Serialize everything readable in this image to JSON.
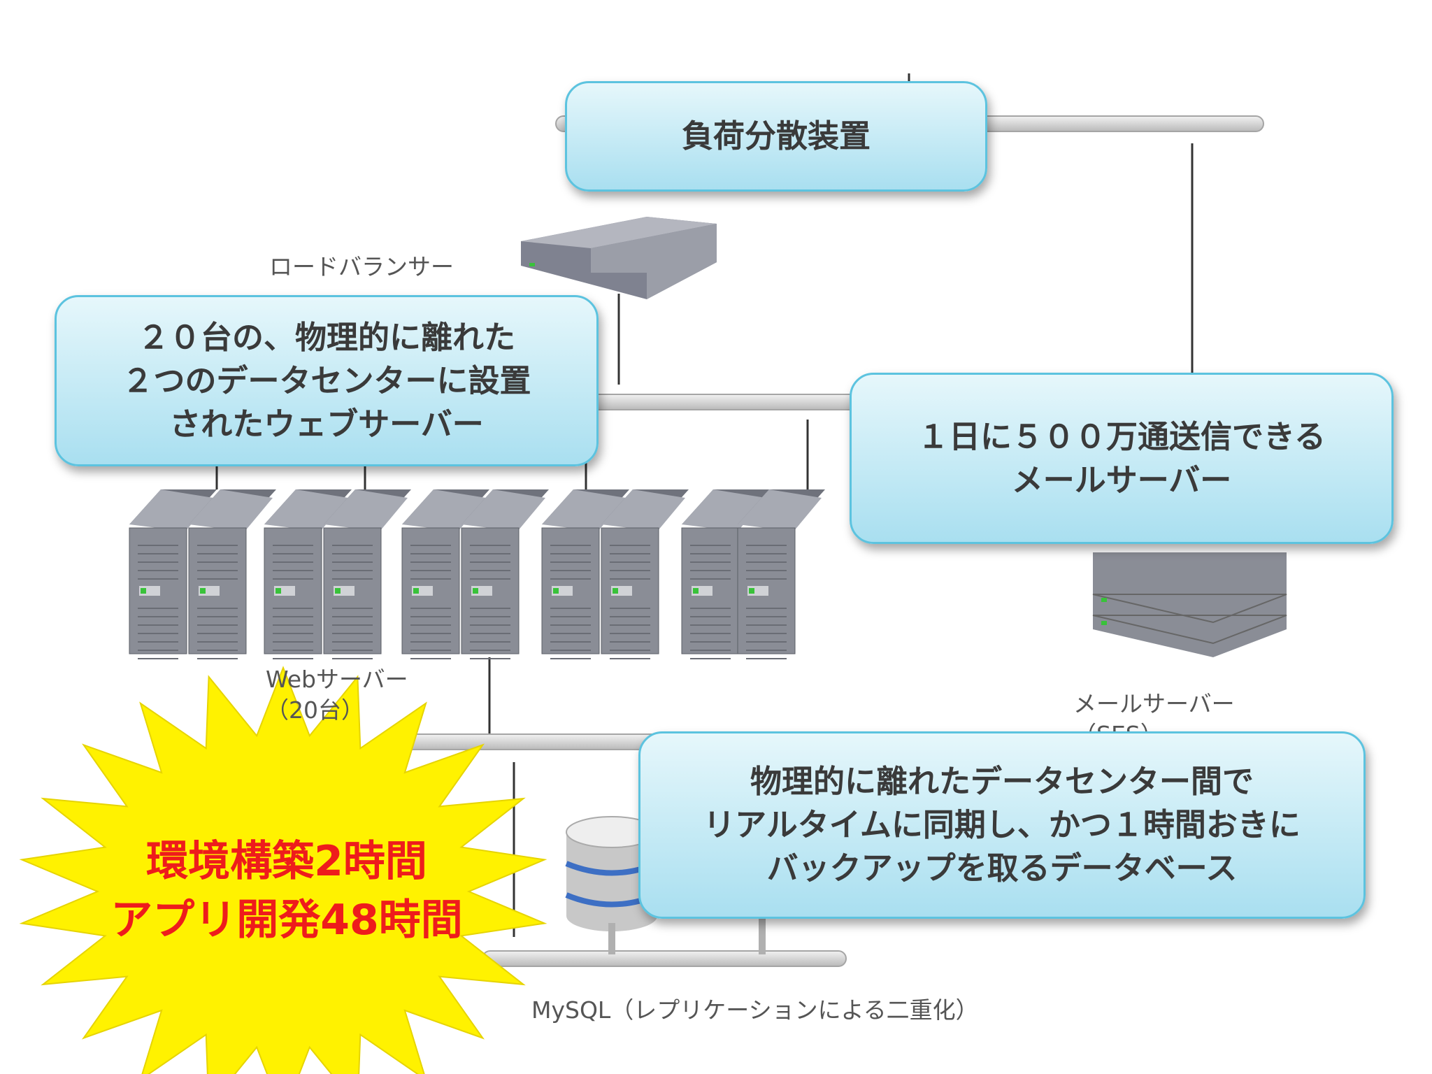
{
  "callouts": {
    "load_balancer": "負荷分散装置",
    "web_servers": "２０台の、物理的に離れた\n２つのデータセンターに設置\nされたウェブサーバー",
    "mail_server": "１日に５００万通送信できる\nメールサーバー",
    "database": "物理的に離れたデータセンター間で\nリアルタイムに同期し、かつ１時間おきに\nバックアップを取るデータベース"
  },
  "labels": {
    "load_balancer": "ロードバランサー",
    "web_servers": "Webサーバー\n（20台）",
    "mail_server": "メールサーバー\n（SES）",
    "mysql": "MySQL（レプリケーションによる二重化）"
  },
  "burst": {
    "text": "環境構築2時間\nアプリ開発48時間",
    "fill": "#fff200",
    "text_color": "#ee1c1c"
  },
  "colors": {
    "callout_border": "#5cc3df",
    "server": "#8a8d96",
    "bus": "#d8d8d8"
  }
}
